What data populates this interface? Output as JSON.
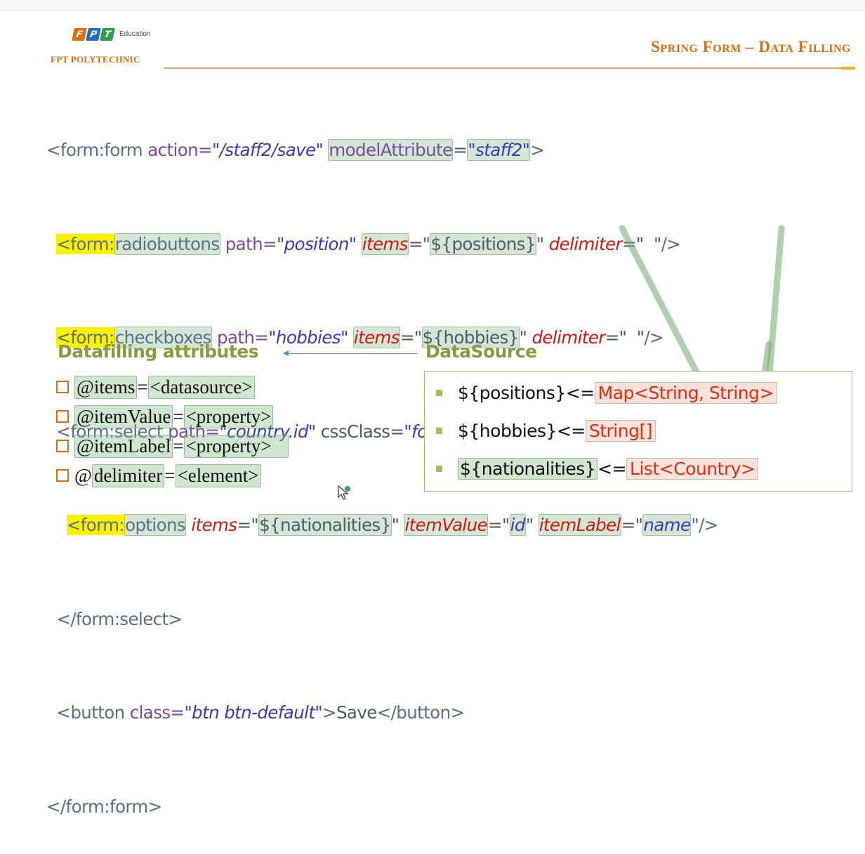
{
  "header": {
    "logo_tiles": [
      "F",
      "P",
      "T"
    ],
    "logo_tile_colors": [
      "#e36c0a",
      "#1f6fc4",
      "#2e9e4a"
    ],
    "logo_edu": "Education",
    "logo_poly": "FPT POLYTECHNIC",
    "title": "Spring Form – Data Filling"
  },
  "code": {
    "l1": [
      "<form:form",
      " action=",
      "\"/staff2/save\"",
      " ",
      "modelAttribute",
      "=",
      "\"staff2\"",
      ">"
    ],
    "l2": [
      "<form",
      ":",
      "radiobuttons",
      " path=",
      "\"position\"",
      " ",
      "items",
      "=\"",
      "${positions}",
      "\"",
      " delimiter",
      "=\"  \"",
      "/>"
    ],
    "l3": [
      "<form",
      ":",
      "checkboxes",
      " path=",
      "\"hobbies\"",
      " ",
      "items",
      "=\"",
      "${hobbies}",
      "\"",
      " delimiter",
      "=\"  \"",
      "/>"
    ],
    "l4": [
      "<form:select",
      " path=",
      "\"country.id\"",
      " cssClass=",
      "\"form-control\"",
      ">"
    ],
    "l5": [
      "<form",
      ":",
      "options",
      " ",
      "items",
      "=\"",
      "${nationalities}",
      "\"",
      " ",
      "itemValue",
      "=\"",
      "id",
      "\"",
      " ",
      "itemLabel",
      "=\"",
      "name",
      "\"",
      "/>"
    ],
    "l6": [
      "</form:select>"
    ],
    "l7": [
      "<button",
      " class=",
      "\"btn btn-default\"",
      ">",
      "Save",
      "</button>"
    ],
    "l8": [
      "</form:form>"
    ]
  },
  "datafilling": {
    "heading": "Datafilling attributes",
    "items": [
      {
        "attr": "@items",
        "eq": " = ",
        "val": "<datasource>"
      },
      {
        "attr": "@itemValue",
        "eq": " = ",
        "val": "<property>"
      },
      {
        "attr": "@itemLabel",
        "eq": " = ",
        "val": "<property>"
      },
      {
        "at": "@",
        "attr": "delimiter",
        "eq": " = ",
        "val": "<element>"
      }
    ]
  },
  "datasource": {
    "heading": "DataSource",
    "items": [
      {
        "name": "${positions}",
        "op": " <= ",
        "type": "Map<String, String>"
      },
      {
        "name": "${hobbies}",
        "op": " <= ",
        "type": "String[]"
      },
      {
        "name": "${nationalities}",
        "op": " <= ",
        "type": "List<Country>"
      }
    ]
  },
  "colors": {
    "accent_orange": "#e36c0a",
    "heading_olive": "#8a9b3e",
    "highlight_yellow": "#fdf000",
    "highlight_green": "#78b478",
    "arrow_blue": "#5b8ec9"
  }
}
